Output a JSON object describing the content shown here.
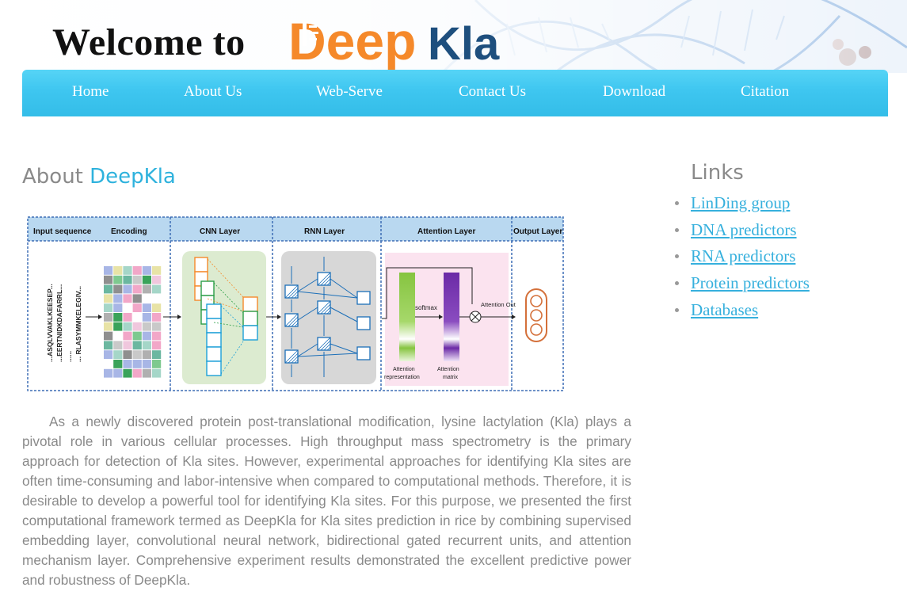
{
  "header": {
    "welcome_text": "Welcome to",
    "logo_part1": "Deep",
    "logo_part2": "Kla"
  },
  "nav": [
    {
      "label": "Home"
    },
    {
      "label": "About Us"
    },
    {
      "label": "Web-Serve"
    },
    {
      "label": "Contact Us"
    },
    {
      "label": "Download"
    },
    {
      "label": "Citation"
    }
  ],
  "about": {
    "title_prefix": "About",
    "title_brand": "DeepKla",
    "paragraph": "As a newly discovered protein post-translational modification, lysine lactylation (Kla) plays a pivotal role in various cellular processes. High throughput mass spectrometry is the primary approach for detection of Kla sites. However, experimental approaches for identifying Kla sites are often time-consuming and labor-intensive when compared to computational methods. Therefore, it is desirable to develop a powerful tool for identifying Kla sites. For this purpose, we presented the first computational framework termed as DeepKla for Kla sites prediction in rice by combining supervised embedding layer, convolutional neural network, bidirectional gated recurrent units, and attention mechanism layer. Comprehensive experiment results demonstrated the excellent predictive power and robustness of DeepKla."
  },
  "diagram": {
    "sections": [
      "Input sequence",
      "Encoding",
      "CNN Layer",
      "RNN Layer",
      "Attention Layer",
      "Output Layer"
    ],
    "sequences": [
      "...ASQLVVAKLKEESEP...",
      "...EERTNIDKDAFARRL...",
      "......",
      "... RLASYMMKELEGIV..."
    ],
    "softmax_label": "softmax",
    "attention_out": "Attention Out",
    "attention_representation": "Attention representation",
    "attention_matrix": "Attention matrix"
  },
  "links": {
    "title": "Links",
    "items": [
      {
        "label": "LinDing group"
      },
      {
        "label": "DNA predictors"
      },
      {
        "label": "RNA predictors"
      },
      {
        "label": "Protein predictors"
      },
      {
        "label": "Databases"
      }
    ]
  },
  "colors": {
    "nav_blue": "#3ec6f0",
    "brand_cyan": "#2eb2dd",
    "logo_orange": "#f5892a",
    "logo_navy": "#1e4f7e",
    "link_blue": "#36b0dd",
    "body_gray": "#8a8a8a"
  }
}
